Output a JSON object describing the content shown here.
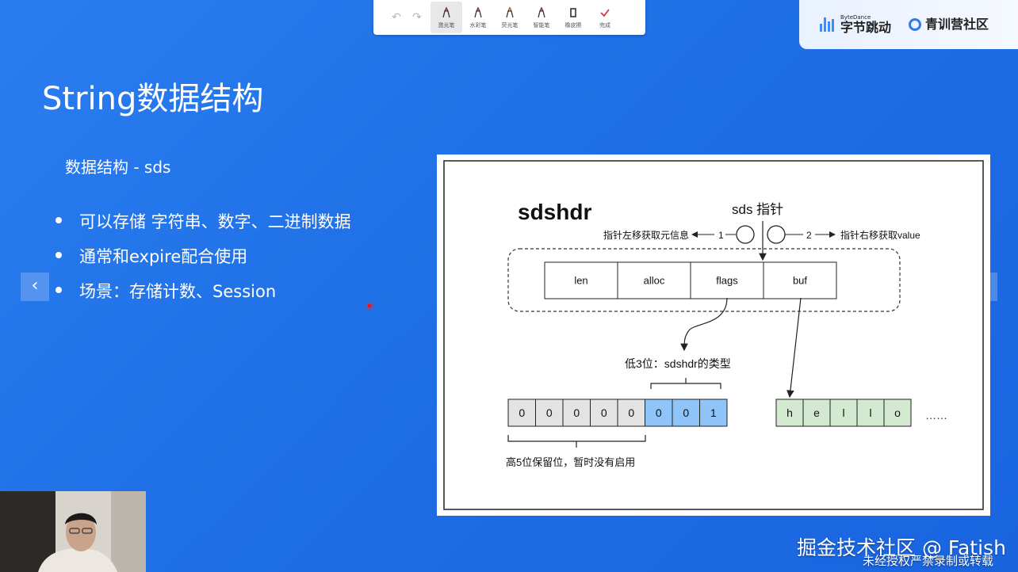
{
  "toolbar": {
    "undo_icon": "undo-icon",
    "redo_icon": "redo-icon",
    "tools": [
      {
        "label": "激光笔",
        "icon": "laser-pen-icon",
        "color": "#d9363e",
        "active": true
      },
      {
        "label": "水彩笔",
        "icon": "watercolor-pen-icon",
        "color": "#d9363e"
      },
      {
        "label": "荧光笔",
        "icon": "highlighter-icon",
        "color": "#f2b705"
      },
      {
        "label": "智能笔",
        "icon": "smart-pen-icon",
        "color": "#d9363e"
      },
      {
        "label": "橡皮擦",
        "icon": "eraser-icon",
        "color": "#333333"
      },
      {
        "label": "完成",
        "icon": "check-icon",
        "color": "#d9363e"
      }
    ]
  },
  "brand": {
    "bytedance_small": "ByteDance",
    "bytedance_cn": "字节跳动",
    "camp": "青训营社区",
    "accent": "#2b7cf4"
  },
  "slide": {
    "title": "String数据结构",
    "subtitle": "数据结构 - sds",
    "bullets": [
      "可以存储 字符串、数字、二进制数据",
      "通常和expire配合使用",
      "场景：存储计数、Session"
    ],
    "nav_prev": "‹",
    "nav_next": "›",
    "background": "#1f6fe6"
  },
  "diagram": {
    "title": "sdshdr",
    "pointer_label": "sds 指针",
    "left_move": "指针左移获取元信息",
    "left_num": "1",
    "right_move": "指针右移获取value",
    "right_num": "2",
    "fields": [
      "len",
      "alloc",
      "flags",
      "buf"
    ],
    "low_bits_label": "低3位：sdshdr的类型",
    "high_bits_label": "高5位保留位，暂时没有启用",
    "flag_bits": [
      "0",
      "0",
      "0",
      "0",
      "0",
      "0",
      "0",
      "1"
    ],
    "buf_chars": [
      "h",
      "e",
      "l",
      "l",
      "o"
    ],
    "ellipsis": "……",
    "colors": {
      "gray_bit": "#e3e3e3",
      "blue_bit": "#8ec4f7",
      "green_char": "#d3ead0"
    }
  },
  "watermark": {
    "main": "掘金技术社区 @ Fatish",
    "sub": "未经授权严禁录制或转载"
  }
}
